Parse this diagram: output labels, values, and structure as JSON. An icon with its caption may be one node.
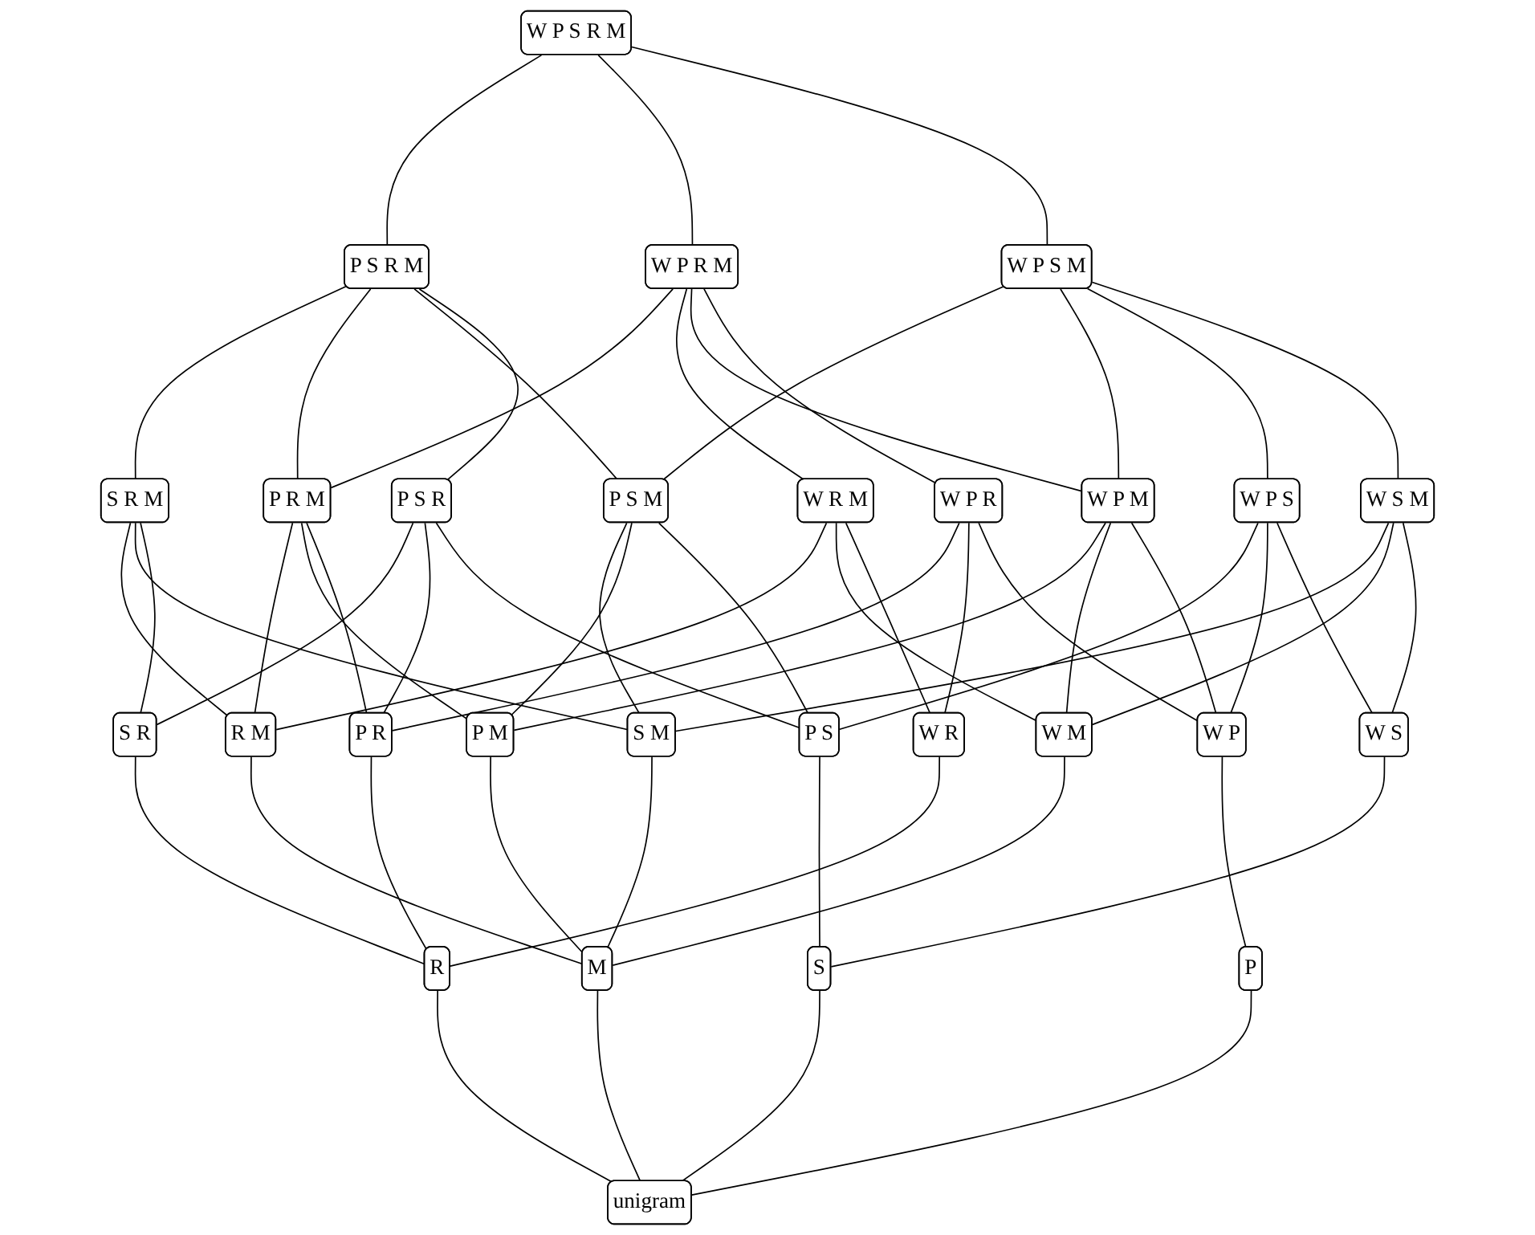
{
  "diagram": {
    "nodes": [
      {
        "text": [
          "W P S R M"
        ]
      },
      {
        "text": [
          "P S R M"
        ]
      },
      {
        "text": [
          "W P R M"
        ]
      },
      {
        "text": [
          "W P S M"
        ]
      },
      {
        "text": [
          "S R M"
        ]
      },
      {
        "text": [
          "P R M"
        ]
      },
      {
        "text": [
          "P S M"
        ]
      },
      {
        "text": [
          "P S R"
        ]
      },
      {
        "text": [
          "W R M"
        ]
      },
      {
        "text": [
          "W P M"
        ]
      },
      {
        "text": [
          "W P R"
        ]
      },
      {
        "text": [
          "W P S"
        ]
      },
      {
        "text": [
          "W S M"
        ]
      },
      {
        "text": [
          "R M"
        ]
      },
      {
        "text": [
          "S M"
        ]
      },
      {
        "text": [
          "S R"
        ]
      },
      {
        "text": [
          "P M"
        ]
      },
      {
        "text": [
          "P R"
        ]
      },
      {
        "text": [
          "P S"
        ]
      },
      {
        "text": [
          "W M"
        ]
      },
      {
        "text": [
          "W R"
        ]
      },
      {
        "text": [
          "W P"
        ]
      },
      {
        "text": [
          "W S"
        ]
      },
      {
        "text": [
          "M"
        ]
      },
      {
        "text": [
          "R"
        ]
      },
      {
        "text": [
          "S"
        ]
      },
      {
        "text": [
          "P"
        ]
      },
      {
        "text": [
          "unigram"
        ]
      }
    ],
    "edges": [
      {
        "from": 0,
        "to": 1,
        "arrow": "none"
      },
      {
        "from": 0,
        "to": 2,
        "arrow": "none"
      },
      {
        "from": 0,
        "to": 3,
        "arrow": "none"
      },
      {
        "from": 1,
        "to": 4,
        "arrow": "none"
      },
      {
        "from": 1,
        "to": 5,
        "arrow": "none"
      },
      {
        "from": 1,
        "to": 6,
        "arrow": "none"
      },
      {
        "from": 1,
        "to": 7,
        "arrow": "none"
      },
      {
        "from": 2,
        "to": 5,
        "arrow": "none"
      },
      {
        "from": 2,
        "to": 8,
        "arrow": "none"
      },
      {
        "from": 2,
        "to": 9,
        "arrow": "none"
      },
      {
        "from": 2,
        "to": 10,
        "arrow": "none"
      },
      {
        "from": 3,
        "to": 6,
        "arrow": "none"
      },
      {
        "from": 3,
        "to": 9,
        "arrow": "none"
      },
      {
        "from": 3,
        "to": 11,
        "arrow": "none"
      },
      {
        "from": 3,
        "to": 12,
        "arrow": "none"
      },
      {
        "from": 4,
        "to": 13,
        "arrow": "none"
      },
      {
        "from": 4,
        "to": 14,
        "arrow": "none"
      },
      {
        "from": 4,
        "to": 15,
        "arrow": "none"
      },
      {
        "from": 5,
        "to": 13,
        "arrow": "none"
      },
      {
        "from": 5,
        "to": 16,
        "arrow": "none"
      },
      {
        "from": 5,
        "to": 17,
        "arrow": "none"
      },
      {
        "from": 6,
        "to": 14,
        "arrow": "none"
      },
      {
        "from": 6,
        "to": 16,
        "arrow": "none"
      },
      {
        "from": 6,
        "to": 18,
        "arrow": "none"
      },
      {
        "from": 7,
        "to": 15,
        "arrow": "none"
      },
      {
        "from": 7,
        "to": 17,
        "arrow": "none"
      },
      {
        "from": 7,
        "to": 18,
        "arrow": "none"
      },
      {
        "from": 8,
        "to": 13,
        "arrow": "none"
      },
      {
        "from": 8,
        "to": 19,
        "arrow": "none"
      },
      {
        "from": 8,
        "to": 20,
        "arrow": "none"
      },
      {
        "from": 9,
        "to": 16,
        "arrow": "none"
      },
      {
        "from": 9,
        "to": 19,
        "arrow": "none"
      },
      {
        "from": 9,
        "to": 21,
        "arrow": "none"
      },
      {
        "from": 10,
        "to": 17,
        "arrow": "none"
      },
      {
        "from": 10,
        "to": 20,
        "arrow": "none"
      },
      {
        "from": 10,
        "to": 21,
        "arrow": "none"
      },
      {
        "from": 11,
        "to": 18,
        "arrow": "none"
      },
      {
        "from": 11,
        "to": 21,
        "arrow": "none"
      },
      {
        "from": 11,
        "to": 22,
        "arrow": "none"
      },
      {
        "from": 12,
        "to": 14,
        "arrow": "none"
      },
      {
        "from": 12,
        "to": 19,
        "arrow": "none"
      },
      {
        "from": 12,
        "to": 22,
        "arrow": "none"
      },
      {
        "from": 13,
        "to": 23,
        "arrow": "none"
      },
      {
        "from": 14,
        "to": 23,
        "arrow": "none"
      },
      {
        "from": 16,
        "to": 23,
        "arrow": "none"
      },
      {
        "from": 19,
        "to": 23,
        "arrow": "none"
      },
      {
        "from": 15,
        "to": 24,
        "arrow": "none"
      },
      {
        "from": 17,
        "to": 24,
        "arrow": "none"
      },
      {
        "from": 20,
        "to": 24,
        "arrow": "none"
      },
      {
        "from": 18,
        "to": 25,
        "arrow": "none"
      },
      {
        "from": 22,
        "to": 25,
        "arrow": "none"
      },
      {
        "from": 21,
        "to": 26,
        "arrow": "none"
      },
      {
        "from": 23,
        "to": 27,
        "arrow": "none"
      },
      {
        "from": 24,
        "to": 27,
        "arrow": "none"
      },
      {
        "from": 25,
        "to": 27,
        "arrow": "none"
      },
      {
        "from": 26,
        "to": 27,
        "arrow": "none"
      }
    ]
  }
}
